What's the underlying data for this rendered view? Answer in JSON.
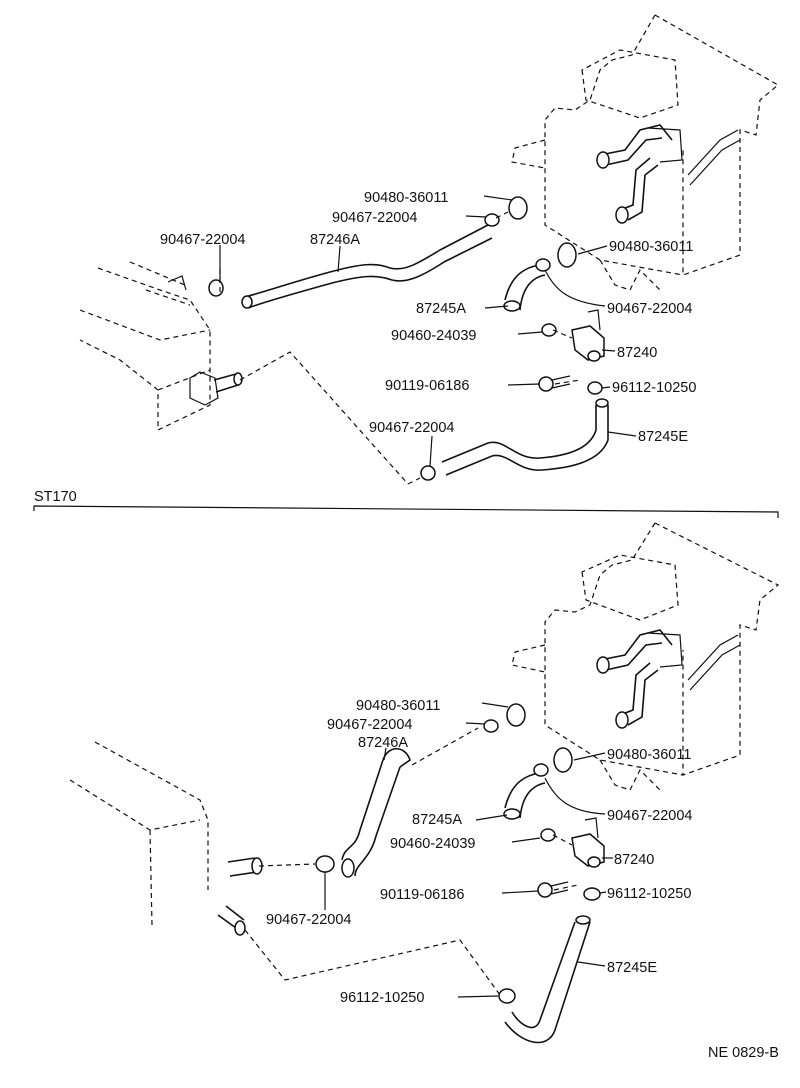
{
  "colors": {
    "ink": "#111111",
    "background": "#ffffff"
  },
  "section_label": "ST170",
  "figure_code": "NE 0829-B",
  "upper_labels": [
    "90480-36011",
    "90467-22004",
    "87246A",
    "90467-22004",
    "90480-36011",
    "87245A",
    "90467-22004",
    "90460-24039",
    "87240",
    "90119-06186",
    "96112-10250",
    "90467-22004",
    "87245E"
  ],
  "lower_labels": [
    "90480-36011",
    "90467-22004",
    "87246A",
    "90480-36011",
    "87245A",
    "90467-22004",
    "90460-24039",
    "87240",
    "90119-06186",
    "96112-10250",
    "90467-22004",
    "87245E",
    "96112-10250"
  ]
}
